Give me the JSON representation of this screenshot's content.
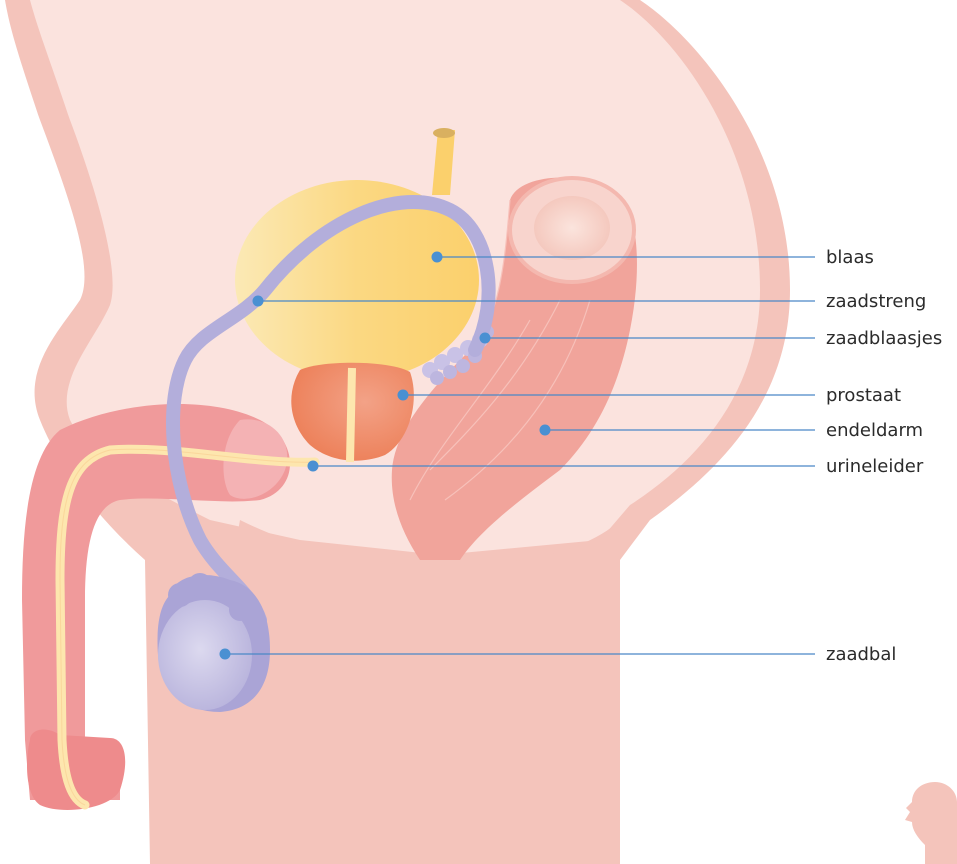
{
  "labels": [
    {
      "id": "blaas",
      "text": "blaas"
    },
    {
      "id": "zaadstreng",
      "text": "zaadstreng"
    },
    {
      "id": "zaadblaasjes",
      "text": "zaadblaasjes"
    },
    {
      "id": "prostaat",
      "text": "prostaat"
    },
    {
      "id": "endeldarm",
      "text": "endeldarm"
    },
    {
      "id": "urineleider",
      "text": "urineleider"
    },
    {
      "id": "zaadbal",
      "text": "zaadbal"
    }
  ],
  "colors": {
    "skin_outer": "#f4c4bb",
    "skin_inner": "#fbe3de",
    "bladder": "#fbd77f",
    "prostate": "#ef8a64",
    "vas": "#b3aedb",
    "rectum": "#f1a49b",
    "penis": "#f09a9b",
    "urethra": "#fde6ae",
    "leader_line": "#4a88c7",
    "dot": "#4a90d2"
  },
  "icons": {
    "orientation": "head-silhouette-icon"
  }
}
